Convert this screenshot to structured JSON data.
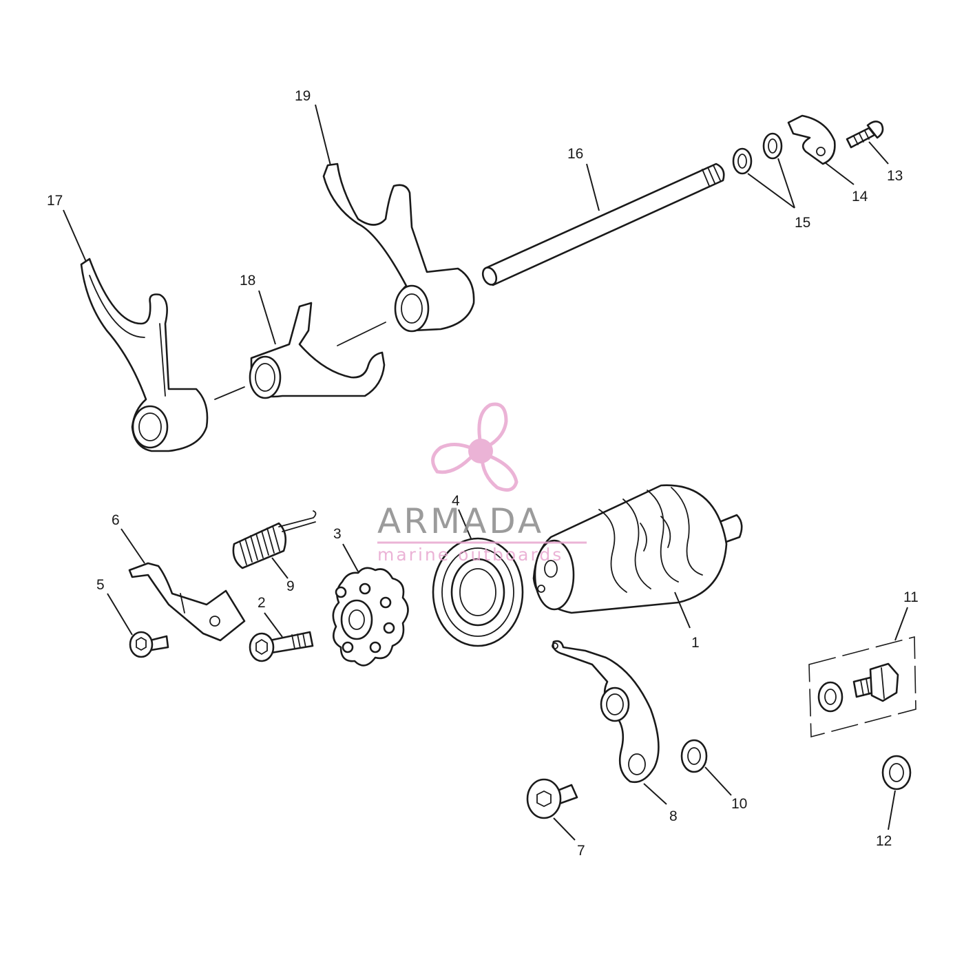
{
  "callouts": [
    {
      "id": "1",
      "label": "1"
    },
    {
      "id": "2",
      "label": "2"
    },
    {
      "id": "3",
      "label": "3"
    },
    {
      "id": "4",
      "label": "4"
    },
    {
      "id": "5",
      "label": "5"
    },
    {
      "id": "6",
      "label": "6"
    },
    {
      "id": "7",
      "label": "7"
    },
    {
      "id": "8",
      "label": "8"
    },
    {
      "id": "9",
      "label": "9"
    },
    {
      "id": "10",
      "label": "10"
    },
    {
      "id": "11",
      "label": "11"
    },
    {
      "id": "12",
      "label": "12"
    },
    {
      "id": "13",
      "label": "13"
    },
    {
      "id": "14",
      "label": "14"
    },
    {
      "id": "15",
      "label": "15"
    },
    {
      "id": "16",
      "label": "16"
    },
    {
      "id": "17",
      "label": "17"
    },
    {
      "id": "18",
      "label": "18"
    },
    {
      "id": "19",
      "label": "19"
    }
  ],
  "watermark": {
    "title": "ARMADA",
    "subtitle": "marine outboards",
    "title_color": "#8a8a8a",
    "accent_color": "#e8a6cf",
    "icon": "propeller-icon"
  },
  "colors": {
    "line": "#1a1a1a",
    "background": "#ffffff"
  }
}
